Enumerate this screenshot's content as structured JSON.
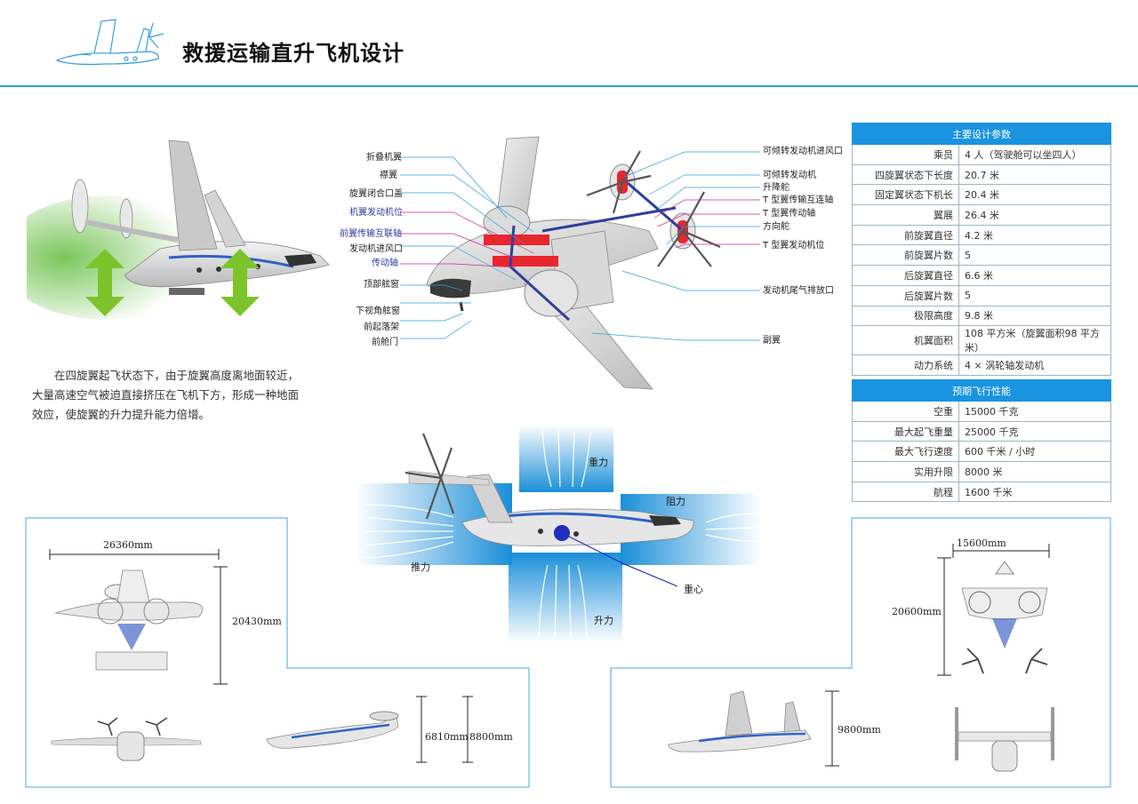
{
  "title": "救援运输直升飞机设计",
  "description": "在四旋翼起飞状态下，由于旋翼高度离地面较近，大量高速空气被迫直接挤压在飞机下方，形成一种地面效应，使旋翼的升力提升能力倍增。",
  "callouts_left": [
    "折叠机翼",
    "襟翼",
    "旋翼闭合口盖",
    "机翼发动机位",
    "前翼传输互联轴",
    "发动机进风口",
    "传动轴",
    "顶部舷窗",
    "下视角舷窗",
    "前起落架",
    "前舱门"
  ],
  "callouts_right": [
    "可倾转发动机进风口",
    "可倾转发动机",
    "升降舵",
    "T 型翼传输互连轴",
    "T 型翼传动轴",
    "方向舵",
    "T 型翼发动机位",
    "发动机尾气排放口",
    "副翼"
  ],
  "design_params": {
    "header": "主要设计参数",
    "rows": [
      {
        "k": "乘员",
        "v": "4 人（驾驶舱可以坐四人）"
      },
      {
        "k": "四旋翼状态下长度",
        "v": "20.7 米"
      },
      {
        "k": "固定翼状态下机长",
        "v": "20.4 米"
      },
      {
        "k": "翼展",
        "v": "26.4 米"
      },
      {
        "k": "前旋翼直径",
        "v": "4.2 米"
      },
      {
        "k": "前旋翼片数",
        "v": "5"
      },
      {
        "k": "后旋翼直径",
        "v": "6.6 米"
      },
      {
        "k": "后旋翼片数",
        "v": "5"
      },
      {
        "k": "极限高度",
        "v": "9.8 米"
      },
      {
        "k": "机翼面积",
        "v": "108 平方米（旋翼面积98 平方米）"
      },
      {
        "k": "动力系统",
        "v": "4 × 涡轮轴发动机"
      }
    ]
  },
  "flight_perf": {
    "header": "预期飞行性能",
    "rows": [
      {
        "k": "空重",
        "v": "15000 千克"
      },
      {
        "k": "最大起飞重量",
        "v": "25000 千克"
      },
      {
        "k": "最大飞行速度",
        "v": "600 千米 / 小时"
      },
      {
        "k": "实用升限",
        "v": "8000 米"
      },
      {
        "k": "航程",
        "v": "1600 千米"
      }
    ]
  },
  "forces": {
    "gravity": "重力",
    "drag": "阻力",
    "thrust": "推力",
    "cg": "重心",
    "lift": "升力"
  },
  "dims": {
    "span": "26360mm",
    "len_left": "20430mm",
    "h1": "6810mm",
    "h2": "8800mm",
    "span2": "15600mm",
    "len_right": "20600mm",
    "h3": "9800mm"
  },
  "colors": {
    "accent": "#2ea0d9",
    "table_header": "#1a93e0",
    "arrow_green": "#7cc42a",
    "band_red": "#e8262d"
  }
}
